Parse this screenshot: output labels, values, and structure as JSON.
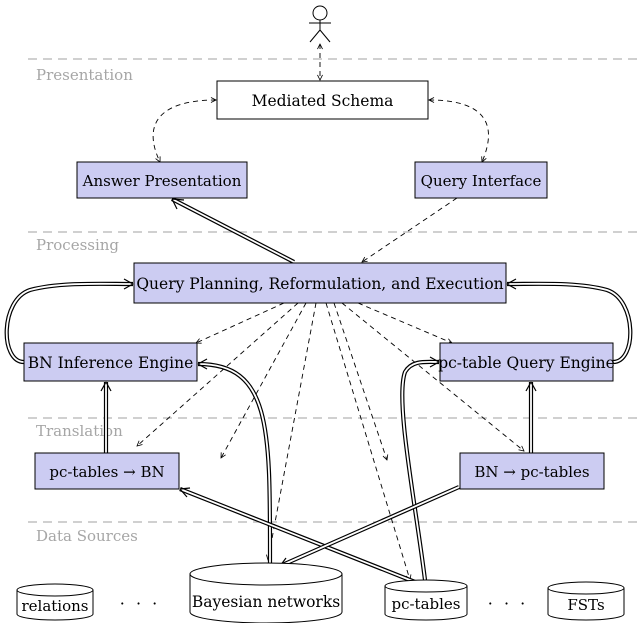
{
  "layers": {
    "presentation": "Presentation",
    "processing": "Processing",
    "translation": "Translation",
    "data_sources": "Data Sources"
  },
  "boxes": {
    "mediated_schema": "Mediated Schema",
    "answer_presentation": "Answer Presentation",
    "query_interface": "Query Interface",
    "query_planning": "Query Planning, Reformulation, and Execution",
    "bn_inference": "BN Inference Engine",
    "pc_table_query": "pc-table Query Engine",
    "pc_tables_to_bn": "pc-tables → BN",
    "bn_to_pc_tables": "BN → pc-tables"
  },
  "sources": {
    "relations": "relations",
    "ellipsis_1": "· · ·",
    "bayesian_networks": "Bayesian networks",
    "pc_tables": "pc-tables",
    "ellipsis_2": "· · ·",
    "fsts": "FSTs"
  },
  "colors": {
    "process_fill": "#ccccf2",
    "separator": "#b3b3b3",
    "layer_label": "#a6a6a6"
  }
}
